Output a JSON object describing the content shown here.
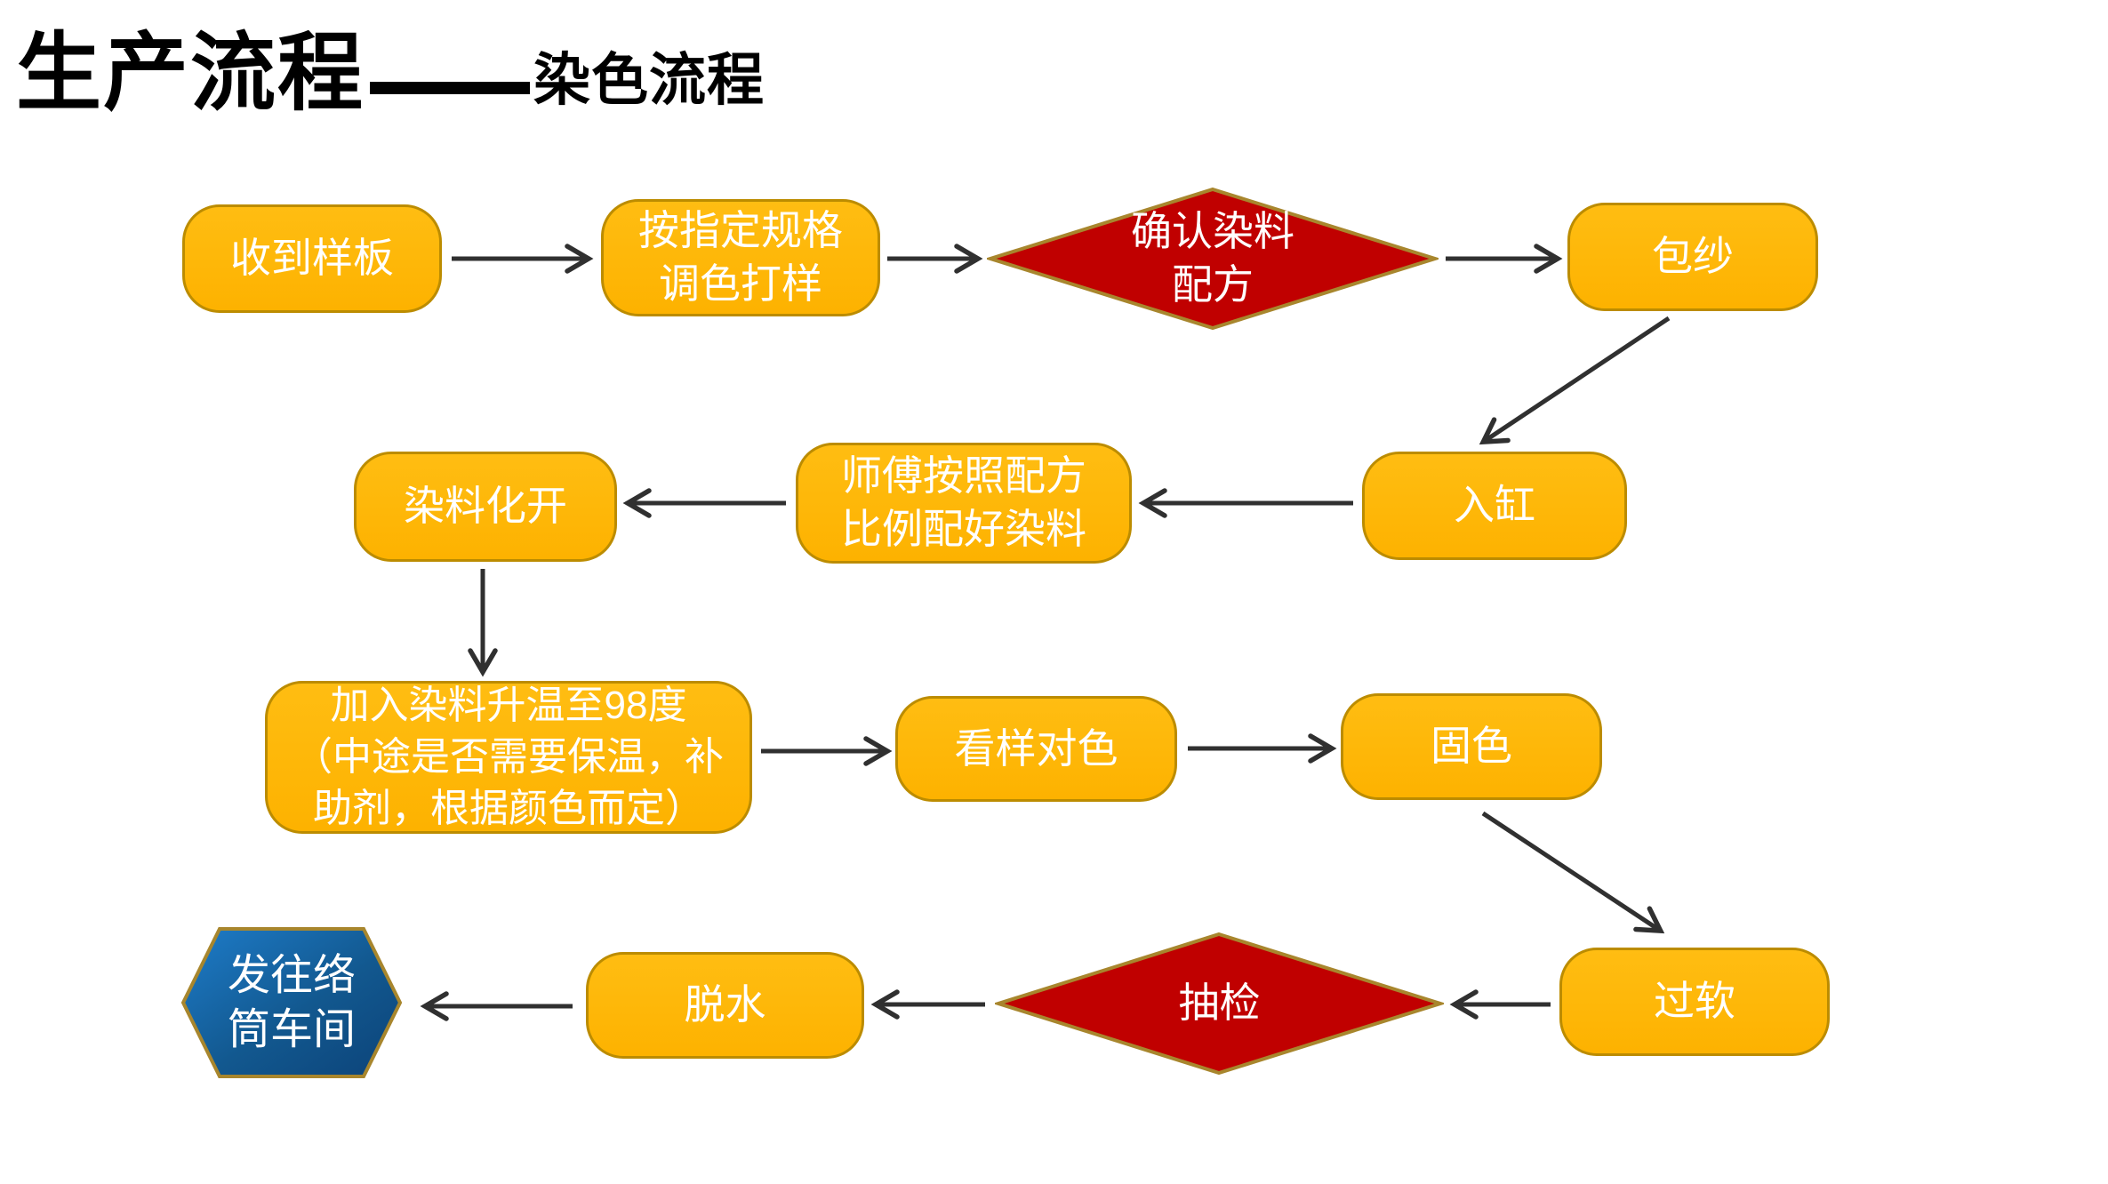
{
  "title": {
    "main": "生产流程",
    "separator": "——",
    "sub": "染色流程"
  },
  "colors": {
    "process_fill": "#FFB900",
    "process_border": "#BC8C00",
    "decision_fill": "#C00000",
    "decision_border": "#A8862D",
    "terminator_fill_light": "#1E7CC9",
    "terminator_fill_dark": "#0C4379",
    "terminator_border": "#A8862D",
    "arrow_color": "#303030",
    "node_text": "#FFFFFF",
    "title_text": "#000000",
    "background": "#FFFFFF"
  },
  "nodes": {
    "received_sample": {
      "shape": "pill",
      "label": "收到样板"
    },
    "spec_sampling": {
      "shape": "pill",
      "label": "按指定规格\n调色打样"
    },
    "confirm_formula": {
      "shape": "diamond",
      "label": "确认染料\n配方"
    },
    "wrap_yarn": {
      "shape": "pill",
      "label": "包纱"
    },
    "into_vat": {
      "shape": "pill",
      "label": "入缸"
    },
    "master_mix": {
      "shape": "pill",
      "label": "师傅按照配方\n比例配好染料"
    },
    "dissolve_dye": {
      "shape": "pill",
      "label": "染料化开"
    },
    "add_dye_heat": {
      "shape": "pill",
      "label": "加入染料升温至98度\n（中途是否需要保温，补\n助剂，根据颜色而定）"
    },
    "check_color": {
      "shape": "pill",
      "label": "看样对色"
    },
    "fix_color": {
      "shape": "pill",
      "label": "固色"
    },
    "soften": {
      "shape": "pill",
      "label": "过软"
    },
    "spot_check": {
      "shape": "diamond",
      "label": "抽检"
    },
    "dehydrate": {
      "shape": "pill",
      "label": "脱水"
    },
    "send_workshop": {
      "shape": "hexagon",
      "label": "发往络\n筒车间"
    }
  },
  "edges": [
    {
      "from": "received_sample",
      "to": "spec_sampling"
    },
    {
      "from": "spec_sampling",
      "to": "confirm_formula"
    },
    {
      "from": "confirm_formula",
      "to": "wrap_yarn"
    },
    {
      "from": "wrap_yarn",
      "to": "into_vat"
    },
    {
      "from": "into_vat",
      "to": "master_mix"
    },
    {
      "from": "master_mix",
      "to": "dissolve_dye"
    },
    {
      "from": "dissolve_dye",
      "to": "add_dye_heat"
    },
    {
      "from": "add_dye_heat",
      "to": "check_color"
    },
    {
      "from": "check_color",
      "to": "fix_color"
    },
    {
      "from": "fix_color",
      "to": "soften"
    },
    {
      "from": "soften",
      "to": "spot_check"
    },
    {
      "from": "spot_check",
      "to": "dehydrate"
    },
    {
      "from": "dehydrate",
      "to": "send_workshop"
    }
  ]
}
